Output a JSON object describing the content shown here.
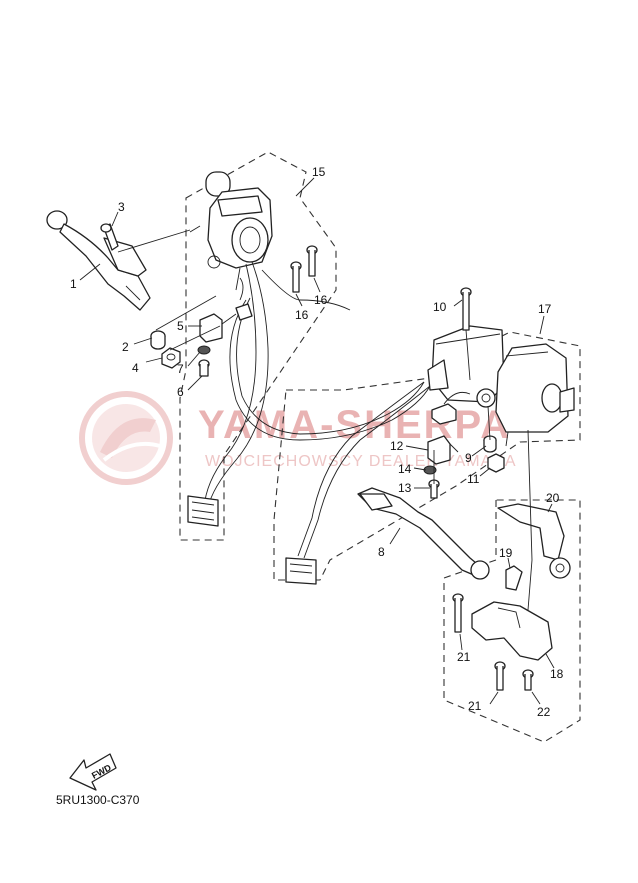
{
  "watermark": {
    "brand": "YAMA-SHERPA",
    "subtitle": "WOJCIECHOWSCY DEALER YAMAHA"
  },
  "diagram_code": "5RU1300-C370",
  "fwd_label": "FWD",
  "callouts": {
    "c1": "1",
    "c2": "2",
    "c3": "3",
    "c4": "4",
    "c5": "5",
    "c6": "6",
    "c7": "7",
    "c8": "8",
    "c9": "9",
    "c10": "10",
    "c11": "11",
    "c12": "12",
    "c13": "13",
    "c14": "14",
    "c15": "15",
    "c16a": "16",
    "c16b": "16",
    "c17": "17",
    "c18": "18",
    "c19": "19",
    "c20": "20",
    "c21a": "21",
    "c21b": "21",
    "c22": "22"
  }
}
